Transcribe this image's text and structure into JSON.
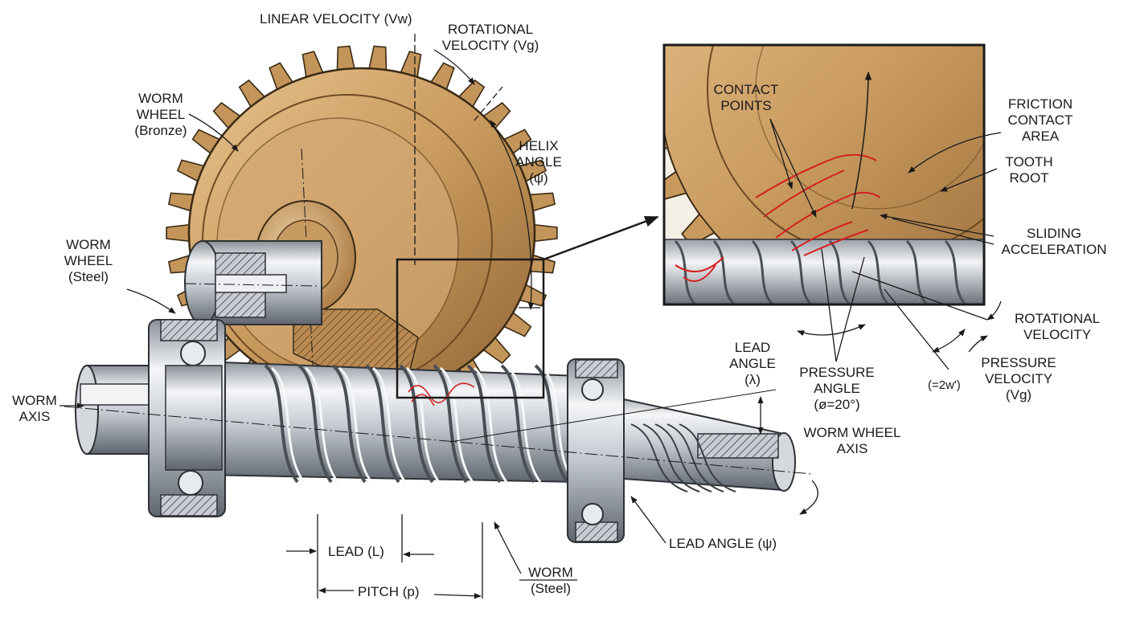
{
  "labels": {
    "linear_velocity": "LINEAR VELOCITY (Vw)",
    "rotational_velocity_top_1": "ROTATIONAL",
    "rotational_velocity_top_2": "VELOCITY (Vg)",
    "worm_wheel_bronze_1": "WORM",
    "worm_wheel_bronze_2": "WHEEL",
    "worm_wheel_bronze_3": "(Bronze)",
    "helix_angle_1": "HELIX",
    "helix_angle_2": "ANGLE",
    "helix_angle_3": "(ψ)",
    "worm_wheel_steel_1": "WORM",
    "worm_wheel_steel_2": "WHEEL",
    "worm_wheel_steel_3": "(Steel)",
    "worm_axis_1": "WORM",
    "worm_axis_2": "AXIS",
    "contact_points_1": "CONTACT",
    "contact_points_2": "POINTS",
    "friction_1": "FRICTION",
    "friction_2": "CONTACT",
    "friction_3": "AREA",
    "tooth_root_1": "TOOTH",
    "tooth_root_2": "ROOT",
    "sliding_1": "SLIDING",
    "sliding_2": "ACCELERATION",
    "rotational_velocity_right_1": "ROTATIONAL",
    "rotational_velocity_right_2": "VELOCITY",
    "lead_angle_top_1": "LEAD",
    "lead_angle_top_2": "ANGLE",
    "lead_angle_top_3": "(λ)",
    "pressure_angle_1": "PRESSURE",
    "pressure_angle_2": "ANGLE",
    "pressure_angle_3": "(ø=20°)",
    "pressure_velocity_1": "PRESSURE",
    "pressure_velocity_2": "VELOCITY",
    "pressure_velocity_3": "(Vg)",
    "two_w": "(=2w')",
    "worm_wheel_axis_1": "WORM WHEEL",
    "worm_wheel_axis_2": "AXIS",
    "lead_angle_bottom": "LEAD ANGLE (ψ)",
    "lead": "LEAD (L)",
    "pitch": "PITCH (p)",
    "worm_1": "WORM",
    "worm_2": "(Steel)"
  },
  "colors": {
    "bronze_light": "#d9b27a",
    "bronze_mid": "#b8874e",
    "bronze_dark": "#7d5529",
    "steel_light": "#eef0f3",
    "steel_mid": "#b7bcc4",
    "steel_dark": "#6d737c",
    "contact_red": "#d42020",
    "line": "#1a1a1a"
  }
}
